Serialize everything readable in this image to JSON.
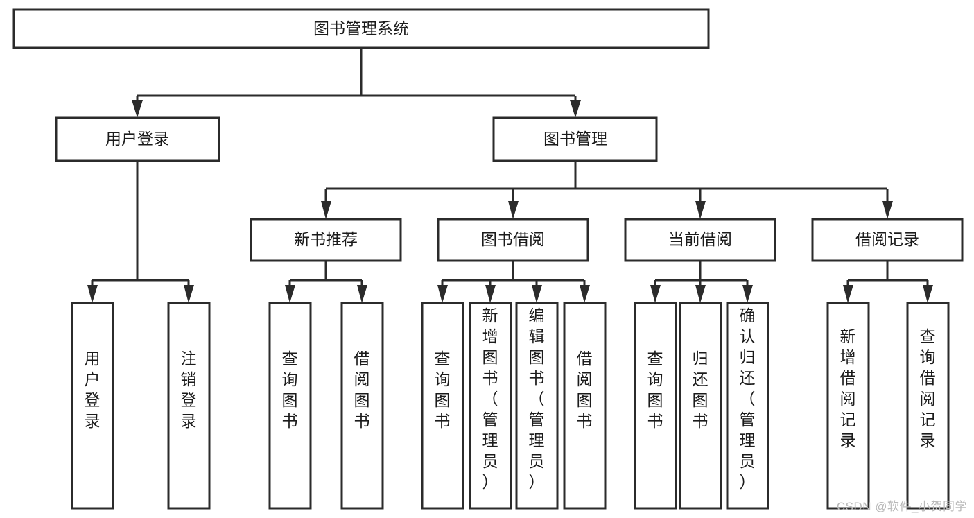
{
  "diagram": {
    "type": "tree-hierarchy",
    "title": "图书管理系统",
    "watermark": "CSDN @软件_小贺同学",
    "colors": {
      "stroke": "#2b2b2b",
      "fill": "#ffffff",
      "text": "#1b1b1b",
      "watermark": "#b9b9b9",
      "background": "#ffffff"
    },
    "levels": {
      "root": {
        "label": "图书管理系统",
        "orientation": "horizontal"
      },
      "level2": [
        {
          "label": "用户登录",
          "orientation": "horizontal"
        },
        {
          "label": "图书管理",
          "orientation": "horizontal"
        }
      ],
      "level3": [
        {
          "label": "新书推荐",
          "orientation": "horizontal"
        },
        {
          "label": "图书借阅",
          "orientation": "horizontal"
        },
        {
          "label": "当前借阅",
          "orientation": "horizontal"
        },
        {
          "label": "借阅记录",
          "orientation": "horizontal"
        }
      ],
      "leaves": {
        "user_login": [
          {
            "lines": [
              "用",
              "户",
              "登",
              "录"
            ],
            "label": "用户登录"
          },
          {
            "lines": [
              "注",
              "销",
              "登",
              "录"
            ],
            "label": "注销登录"
          }
        ],
        "new_book_recommend": [
          {
            "lines": [
              "查",
              "询",
              "图",
              "书"
            ],
            "label": "查询图书"
          },
          {
            "lines": [
              "借",
              "阅",
              "图",
              "书"
            ],
            "label": "借阅图书"
          }
        ],
        "book_borrow": [
          {
            "lines": [
              "查",
              "询",
              "图",
              "书"
            ],
            "label": "查询图书"
          },
          {
            "lines": [
              "新",
              "增",
              "图",
              "书",
              "（",
              "管",
              "理",
              "员",
              "）"
            ],
            "label": "新增图书（管理员）"
          },
          {
            "lines": [
              "编",
              "辑",
              "图",
              "书",
              "（",
              "管",
              "理",
              "员",
              "）"
            ],
            "label": "编辑图书（管理员）"
          },
          {
            "lines": [
              "借",
              "阅",
              "图",
              "书"
            ],
            "label": "借阅图书"
          }
        ],
        "current_borrow": [
          {
            "lines": [
              "查",
              "询",
              "图",
              "书"
            ],
            "label": "查询图书"
          },
          {
            "lines": [
              "归",
              "还",
              "图",
              "书"
            ],
            "label": "归还图书"
          },
          {
            "lines": [
              "确",
              "认",
              "归",
              "还",
              "（",
              "管",
              "理",
              "员",
              "）"
            ],
            "label": "确认归还（管理员）"
          }
        ],
        "borrow_record": [
          {
            "lines": [
              "新",
              "增",
              "借",
              "阅",
              "记",
              "录"
            ],
            "label": "新增借阅记录"
          },
          {
            "lines": [
              "查",
              "询",
              "借",
              "阅",
              "记",
              "录"
            ],
            "label": "查询借阅记录"
          }
        ]
      }
    },
    "edges": [
      {
        "from": "图书管理系统",
        "to": "用户登录"
      },
      {
        "from": "图书管理系统",
        "to": "图书管理"
      },
      {
        "from": "用户登录",
        "to": "用户登录(叶)"
      },
      {
        "from": "用户登录",
        "to": "注销登录"
      },
      {
        "from": "图书管理",
        "to": "新书推荐"
      },
      {
        "from": "图书管理",
        "to": "图书借阅"
      },
      {
        "from": "图书管理",
        "to": "当前借阅"
      },
      {
        "from": "图书管理",
        "to": "借阅记录"
      },
      {
        "from": "新书推荐",
        "to": "查询图书"
      },
      {
        "from": "新书推荐",
        "to": "借阅图书"
      },
      {
        "from": "图书借阅",
        "to": "查询图书"
      },
      {
        "from": "图书借阅",
        "to": "新增图书（管理员）"
      },
      {
        "from": "图书借阅",
        "to": "编辑图书（管理员）"
      },
      {
        "from": "图书借阅",
        "to": "借阅图书"
      },
      {
        "from": "当前借阅",
        "to": "查询图书"
      },
      {
        "from": "当前借阅",
        "to": "归还图书"
      },
      {
        "from": "当前借阅",
        "to": "确认归还（管理员）"
      },
      {
        "from": "借阅记录",
        "to": "新增借阅记录"
      },
      {
        "from": "借阅记录",
        "to": "查询借阅记录"
      }
    ]
  }
}
